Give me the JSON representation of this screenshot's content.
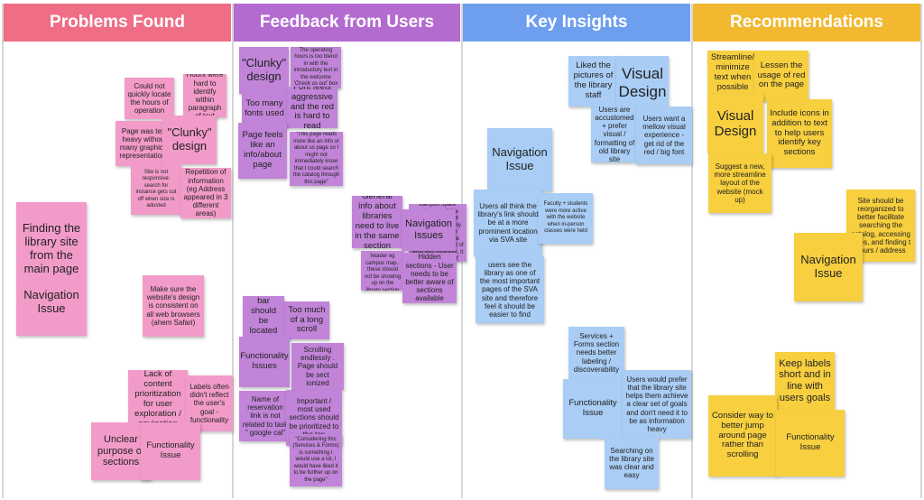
{
  "columns": [
    {
      "title": "Problems Found",
      "color": "#ef6e86"
    },
    {
      "title": "Feedback from Users",
      "color": "#b46bd0"
    },
    {
      "title": "Key Insights",
      "color": "#6e9fef"
    },
    {
      "title": "Recommendations",
      "color": "#f1b830"
    }
  ],
  "problems": {
    "n1": "Could not quickly locate the hours of operation",
    "n2": "Hours were hard to identify within paragraph of text",
    "n3": "Page was text heavy without many graphical representations",
    "n4": "\"Clunky\" design",
    "n5": "Site is not responsive: search for instance gets cut off when size is adusted",
    "n6": "Repetition of information (eg Address appeared in 3 different areas)",
    "n7": "Finding the library site from the main page\n\nNavigation Issue",
    "n8": "Make sure the website's design is consistent on all web browsers (ahem Safari)",
    "n9": "Lack of content prioritization for user exploration / navigation",
    "n10": "Labels often didn't reflect the user's goal - functionality",
    "n11": "Unclear purpose of sections",
    "n12": "Functionality Issue"
  },
  "feedback": {
    "f1": "\"Clunky\" design",
    "f2": "The operating hours is too blend in with the introductory text in the welcome 'Check us out' box",
    "f3": "Too many fonts used",
    "f4": "Font feels aggressive and the red is hard to read",
    "f5": "Page feels like an info/about page",
    "f6": "\"This page reads more like an info or about us page so I might not immediately know that I could search the catalog through this page\"",
    "f7": "General info about libraries need to live in the same section",
    "f8": "\"Did the header 'Campus Space' make sense? Me \"No, that was not intuitive. It was only after reading the menu that it made the most sense out of what was available. It was a process of elimination\"",
    "f9": "Navigation Issues",
    "f10": "Unrelated sub-header eg campus map.. these should not be showing up on the library section",
    "f11": "Hidden sections - User needs to be better aware of sections available",
    "f12": "Search bar should be located higher",
    "f13": "Too much of a long scroll",
    "f14": "Functionality Issues",
    "f15": "Scrolling endlessly . Page should be sect ionized",
    "f16": "Name of reservation link is not related to task \" google cal\"",
    "f17": "Important / most used sections should be prioritized to the top",
    "f18": "\"Considering this (Services & Forms) is something I would use a lot, I would have liked it to be further up on the page\""
  },
  "insights": {
    "i1": "Liked the pictures of the library staff",
    "i2": "Visual Design",
    "i3": "Users are accustomed + prefer visual / formatting of old library site",
    "i4": "Users want a mellow visual experience - get rid of the red / big font",
    "i5": "Navigation Issue",
    "i6": "Users all think the library's link should be at a more prominent location via SVA site",
    "i7": "Faculty + students were more active with the website when in-person classes were held",
    "i8": "users see the library as one of the most important pages of the SVA site and therefore feel it should be easier to find",
    "i9": "Services + Forms section needs better labeling / discoverability",
    "i10": "Functionality Issue",
    "i11": "Users would prefer that the library site helps them achieve a clear set of goals and don't need it to be as information heavy",
    "i12": "Searching on the library site was clear and easy"
  },
  "recommendations": {
    "r1": "Streamline/ minimize text when possible",
    "r2": "Lessen the usage of red on the page",
    "r3": "Visual Design",
    "r4": "Include icons in addition to text to help users identify key sections",
    "r5": "Suggest a new, more streamline layout of the website (mock up)",
    "r6": "Site should be reorganized to better facilitate searching the catalog, accessing vices, and finding t hours / address",
    "r7": "Navigation Issue",
    "r8": "Keep labels short and in line with users goals",
    "r9": "Consider way to better jump around page rather than scrolling",
    "r10": "Functionality Issue"
  }
}
